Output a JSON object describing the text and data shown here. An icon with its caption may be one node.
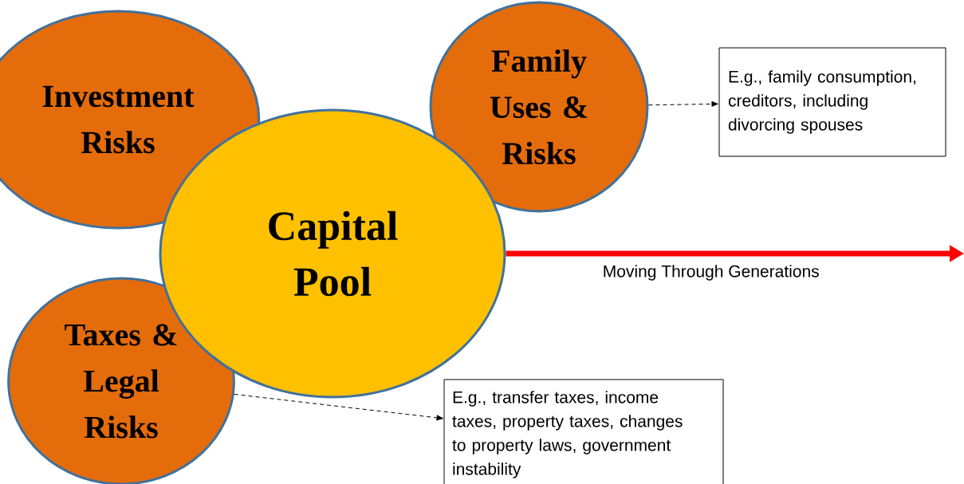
{
  "diagram": {
    "nodes": [
      {
        "text": [
          "Investment Risks"
        ]
      },
      {
        "text": [
          "Family Uses & Risks"
        ]
      },
      {
        "text": [
          "Capital Pool"
        ]
      },
      {
        "text": [
          "Taxes & Legal Risks"
        ]
      },
      {
        "text": [
          "E.g., family consumption, creditors, including divorcing spouses"
        ]
      },
      {
        "text": [
          "E.g., transfer taxes, income taxes, property taxes, changes to property laws, government instability"
        ]
      }
    ],
    "edges": [
      {
        "from": 1,
        "to": 4,
        "arrow": "to",
        "style": "dashed"
      },
      {
        "from": 3,
        "to": 5,
        "arrow": "to",
        "style": "dashed"
      },
      {
        "from": 2,
        "to": null,
        "arrow": "to",
        "style": "thick",
        "color": "#ff0000",
        "label": "Moving Through Generations"
      }
    ]
  }
}
